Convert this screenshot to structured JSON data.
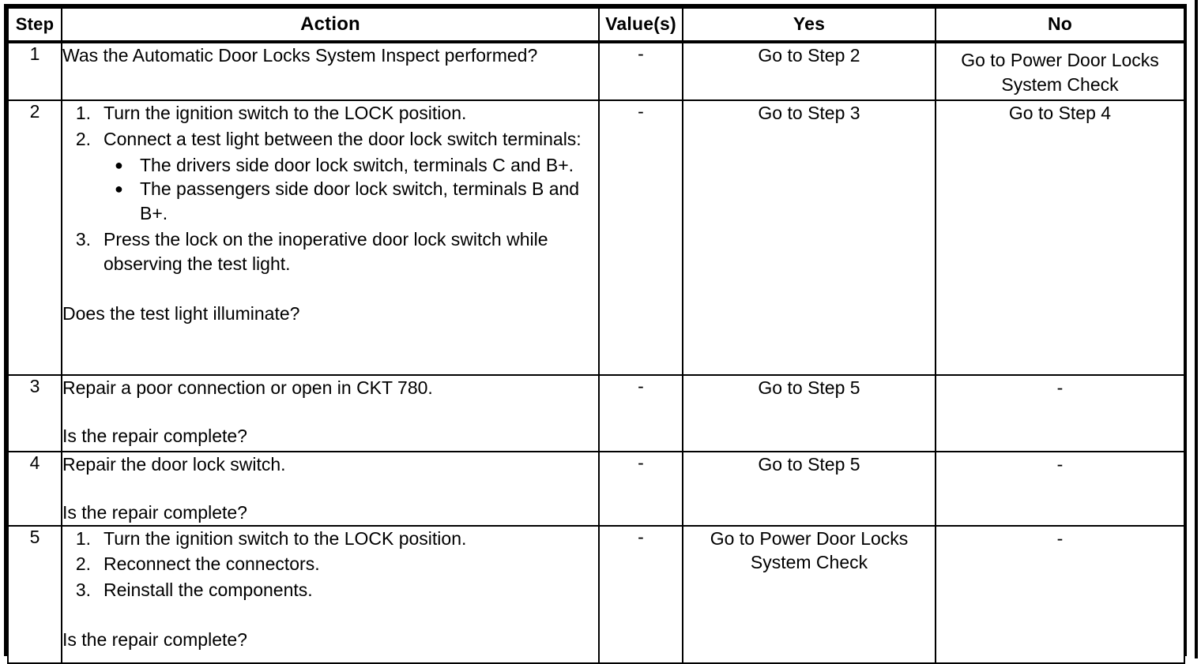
{
  "table": {
    "headers": {
      "step": "Step",
      "action": "Action",
      "value": "Value(s)",
      "yes": "Yes",
      "no": "No"
    },
    "rows": [
      {
        "step": "1",
        "action_text": "Was the Automatic Door Locks System Inspect performed?",
        "value": "-",
        "yes": "Go to Step 2",
        "no_line1": "Go to Power Door Locks",
        "no_line2": "System Check"
      },
      {
        "step": "2",
        "items": [
          {
            "num": "1.",
            "text": "Turn the ignition switch to the LOCK position."
          },
          {
            "num": "2.",
            "text": "Connect a test light between the door lock switch terminals:"
          },
          {
            "num": "3.",
            "text": "Press the lock on the inoperative door lock switch while observing the test light."
          }
        ],
        "bullets": [
          "The drivers side door lock switch, terminals C and B+.",
          "The passengers side door lock switch, terminals B and B+."
        ],
        "question": "Does the test light illuminate?",
        "value": "-",
        "yes": "Go to Step 3",
        "no": "Go to Step 4"
      },
      {
        "step": "3",
        "action_text": "Repair a poor connection or open in CKT 780.",
        "question": "Is the repair complete?",
        "value": "-",
        "yes": "Go to Step 5",
        "no": "-"
      },
      {
        "step": "4",
        "action_text": "Repair the door lock switch.",
        "question": "Is the repair complete?",
        "value": "-",
        "yes": "Go to Step 5",
        "no": "-"
      },
      {
        "step": "5",
        "items": [
          {
            "num": "1.",
            "text": "Turn the ignition switch to the LOCK position."
          },
          {
            "num": "2.",
            "text": "Reconnect the connectors."
          },
          {
            "num": "3.",
            "text": "Reinstall the components."
          }
        ],
        "question": "Is the repair complete?",
        "value": "-",
        "yes_line1": "Go to Power Door Locks",
        "yes_line2": "System Check",
        "no": "-"
      }
    ]
  },
  "colors": {
    "border": "#000000",
    "text": "#000000",
    "background": "#ffffff"
  }
}
